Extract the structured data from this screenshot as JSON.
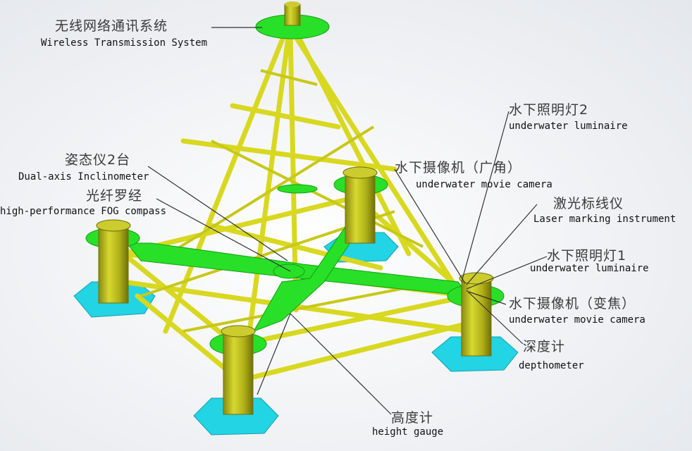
{
  "diagram": {
    "subject": "Offshore jacket-frame observation platform with sensor callouts",
    "colors": {
      "frame": "#e0e020",
      "deck": "#22e022",
      "base_plate": "#20d0e0",
      "background": "#eef0f3",
      "leader_line": "#333333"
    },
    "labels": [
      {
        "id": "wireless",
        "zh": "无线网络通讯系统",
        "en": "Wireless Transmission System"
      },
      {
        "id": "inclinometer",
        "zh": "姿态仪2台",
        "en": "Dual-axis Inclinometer"
      },
      {
        "id": "fog_compass",
        "zh": "光纤罗经",
        "en": "high-performance FOG compass"
      },
      {
        "id": "luminaire_2",
        "zh": "水下照明灯2",
        "en": "underwater luminaire"
      },
      {
        "id": "camera_wide",
        "zh": "水下摄像机（广角）",
        "en": "underwater movie camera"
      },
      {
        "id": "laser",
        "zh": "激光标线仪",
        "en": "Laser marking instrument"
      },
      {
        "id": "luminaire_1",
        "zh": "水下照明灯1",
        "en": "underwater luminaire"
      },
      {
        "id": "camera_zoom",
        "zh": "水下摄像机（变焦）",
        "en": "underwater movie camera"
      },
      {
        "id": "depthometer",
        "zh": "深度计",
        "en": "depthometer"
      },
      {
        "id": "height_gauge",
        "zh": "高度计",
        "en": "height gauge"
      }
    ]
  }
}
